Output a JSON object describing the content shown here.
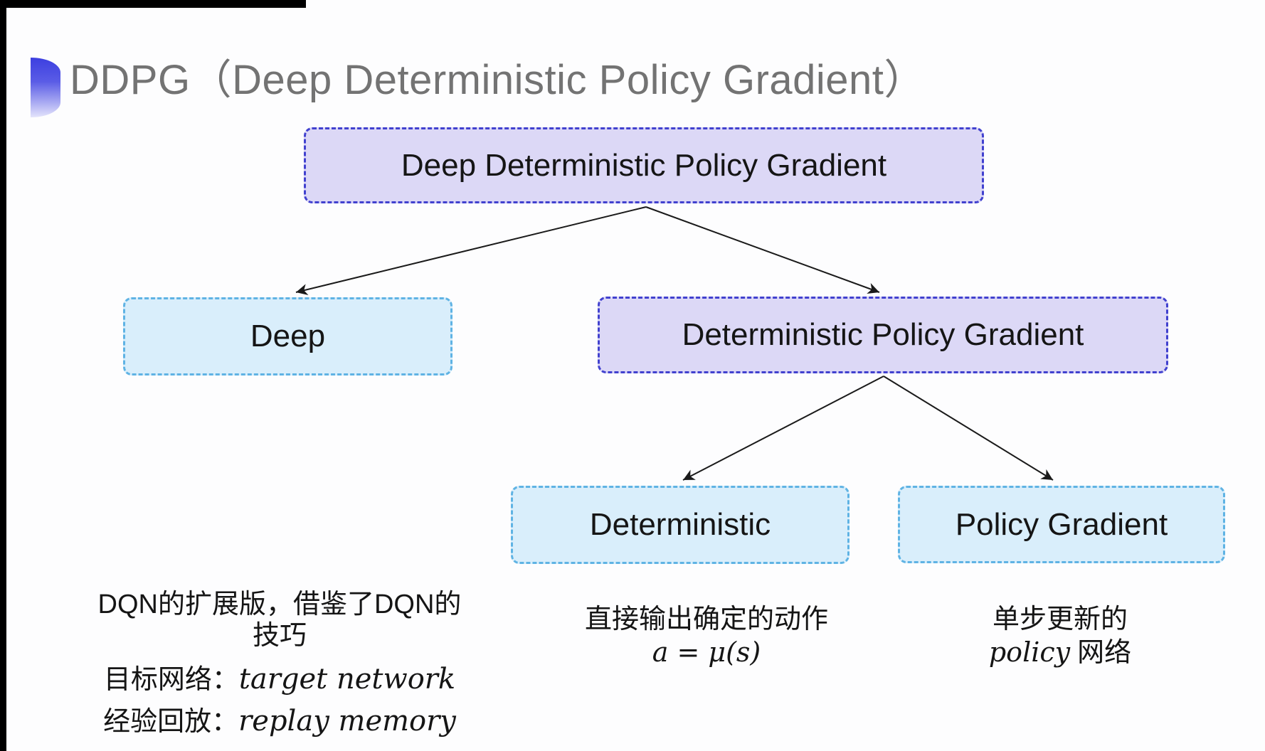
{
  "title": {
    "text": "DDPG（Deep Deterministic Policy Gradient）"
  },
  "icons": {
    "bullet": "blue-gradient-semicircle-icon"
  },
  "tree": {
    "root": {
      "label": "Deep Deterministic Policy Gradient"
    },
    "level2": [
      {
        "label": "Deep"
      },
      {
        "label": "Deterministic Policy Gradient"
      }
    ],
    "level3": [
      {
        "label": "Deterministic"
      },
      {
        "label": "Policy Gradient"
      }
    ]
  },
  "annotations": {
    "deep": {
      "line1": "DQN的扩展版，借鉴了DQN的技巧",
      "line2_zh": "目标网络：",
      "line2_en": "target network",
      "line3_zh": "经验回放：",
      "line3_en": "replay memory"
    },
    "deterministic": {
      "line1": "直接输出确定的动作",
      "formula": "a = μ(s)"
    },
    "policy_gradient": {
      "line1": "单步更新的",
      "line2_en": "policy",
      "line2_zh": "网络"
    }
  },
  "colors": {
    "purple_box_fill": "#dcd8f6",
    "purple_box_border": "#4141cf",
    "cyan_box_fill": "#d9eefb",
    "cyan_box_border": "#5fb3e4",
    "title_gray": "#737373",
    "text_black": "#151515",
    "arrow_black": "#1a1a1a",
    "bullet_blue_top": "#3c3fe0",
    "bullet_blue_bottom": "#e4e4fb"
  }
}
